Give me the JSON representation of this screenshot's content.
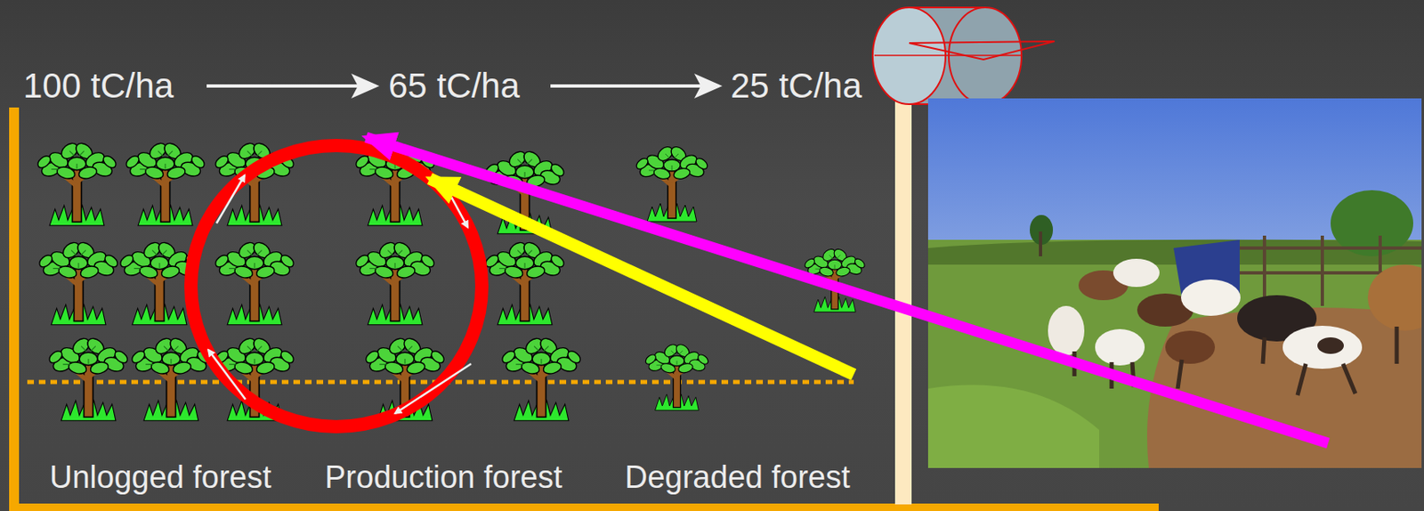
{
  "diagram": {
    "labels": [
      "100 tC/ha",
      "65 tC/ha",
      "25 tC/ha",
      "Unlogged forest",
      "Production forest",
      "Degraded forest"
    ]
  }
}
